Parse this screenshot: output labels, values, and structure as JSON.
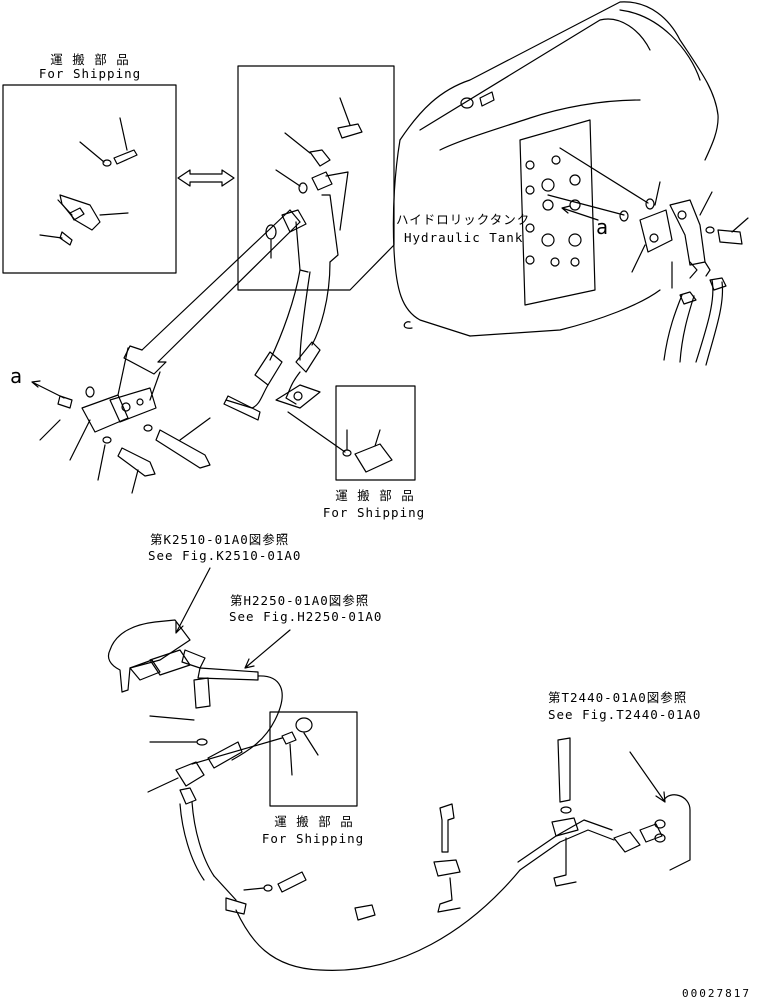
{
  "shipping_parts": {
    "jp": "運 搬 部 品",
    "en": "For Shipping"
  },
  "hydraulic_tank": {
    "jp": "ハイドロリックタンク",
    "en": "Hydraulic Tank"
  },
  "ref_marker": "a",
  "references": [
    {
      "jp": "第K2510-01A0図参照",
      "en": "See Fig.K2510-01A0"
    },
    {
      "jp": "第H2250-01A0図参照",
      "en": "See Fig.H2250-01A0"
    },
    {
      "jp": "第T2440-01A0図参照",
      "en": "See Fig.T2440-01A0"
    }
  ],
  "document_number": "00027817"
}
